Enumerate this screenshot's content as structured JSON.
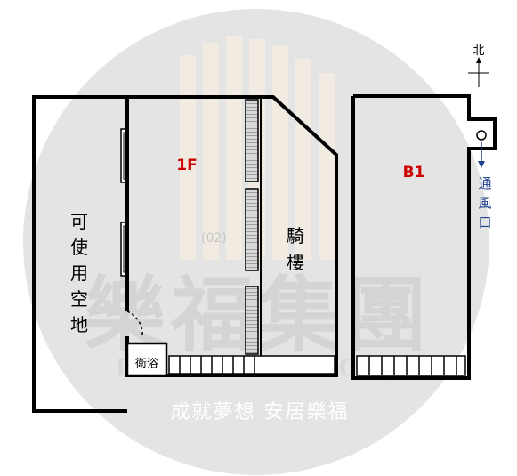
{
  "watermark": {
    "company_cn": "樂福集團",
    "company_en": "Love Real Estate Corp",
    "slogan": "成就夢想 安居樂福",
    "badge": "(02)"
  },
  "compass": {
    "north": "北"
  },
  "floors": {
    "f1": "1F",
    "b1": "B1"
  },
  "rooms": {
    "usable_land": [
      "可",
      "使",
      "用",
      "空",
      "地"
    ],
    "arcade": [
      "騎",
      "樓"
    ],
    "bathroom": "衛浴",
    "vent": [
      "通",
      "風",
      "口"
    ]
  },
  "colors": {
    "floor_label": "#cc0000",
    "vent_label": "#1f3f8f",
    "wall": "#000000",
    "watermark": "#c8c8c8"
  }
}
